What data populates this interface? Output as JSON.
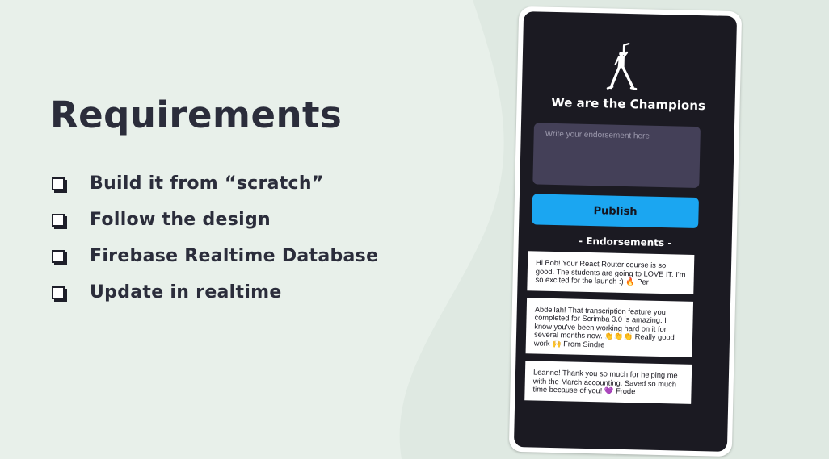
{
  "slide": {
    "title": "Requirements",
    "requirements": [
      "Build it from “scratch”",
      "Follow the design",
      "Firebase Realtime Database",
      "Update in realtime"
    ]
  },
  "app": {
    "title": "We are the Champions",
    "input_placeholder": "Write your endorsement here",
    "input_value": "",
    "publish_label": "Publish",
    "endorsements_heading": "- Endorsements -",
    "endorsements": [
      "Hi Bob! Your React Router course is so good. The students are going to LOVE IT. I'm so excited for the launch :) 🔥 Per",
      "Abdellah! That transcription feature you completed for Scrimba 3.0 is amazing. I know you've been working hard on it for several months now. 👏👏👏 Really good work 🙌 From Sindre",
      "Leanne! Thank you so much for helping me with the March accounting. Saved so much time because of you! 💜 Frode"
    ]
  },
  "colors": {
    "background": "#dfe9e2",
    "blob": "#e8f0ea",
    "text_dark": "#2b2d3b",
    "app_bg": "#1b1a22",
    "input_bg": "#444058",
    "button": "#1ba6f1"
  },
  "icons": {
    "logo": "freddie-mercury-silhouette-icon",
    "checkbox": "checkbox-icon"
  }
}
